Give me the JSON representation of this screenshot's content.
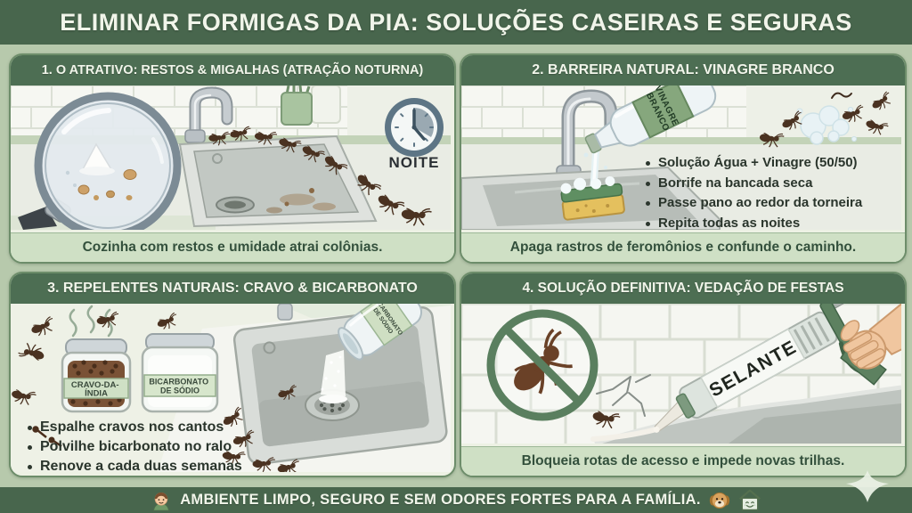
{
  "title": "ELIMINAR FORMIGAS DA PIA: SOLUÇÕES CASEIRAS E SEGURAS",
  "colors": {
    "header_bg": "#48664d",
    "page_bg": "#b7c9ac",
    "panel_header_bg": "#4d6e53",
    "panel_bg": "#edf1e4",
    "panel_border": "#6d8d6a",
    "caption_bg": "#cfe0c5",
    "caption_text": "#33503c",
    "ant_brown": "#4a3221"
  },
  "panels": [
    {
      "number": 1,
      "title": "1. O ATRATIVO: RESTOS & MIGALHAS (ATRAÇÃO NOTURNA)",
      "caption": "Cozinha com restos e umidade atrai colônias.",
      "clock_label": "NOITE"
    },
    {
      "number": 2,
      "title": "2. BARREIRA NATURAL: VINAGRE BRANCO",
      "caption": "Apaga rastros de feromônios e confunde o caminho.",
      "bottle_label": "VINAGRE BRANCO",
      "bottle_label_lines": [
        "VINAGRE",
        "BRANCO"
      ],
      "bullets": [
        "Solução Água + Vinagre (50/50)",
        "Borrife na bancada seca",
        "Passe pano ao redor da torneira",
        "Repita todas as noites"
      ]
    },
    {
      "number": 3,
      "title": "3. REPELENTES NATURAIS: CRAVO & BICARBONATO",
      "jar_clove_label": "CRAVO-DA-ÍNDIA",
      "jar_clove_label_lines": [
        "CRAVO-DA-",
        "ÍNDIA"
      ],
      "jar_soda_label": "BICARBONATO DE SÓDIO",
      "jar_soda_label_lines": [
        "BICARBONATO",
        "DE SÓDIO"
      ],
      "bullets": [
        "Espalhe cravos nos cantos",
        "Polvilhe bicarbonato no ralo",
        "Renove a cada duas semanas"
      ]
    },
    {
      "number": 4,
      "title": "4. SOLUÇÃO DEFINITIVA: VEDAÇÃO DE FESTAS",
      "caption": "Bloqueia rotas de acesso e impede novas trilhas.",
      "sealant_label": "SELANTE"
    }
  ],
  "footer": {
    "text": "AMBIENTE LIMPO, SEGURO E SEM ODORES FORTES PARA A FAMÍLIA."
  }
}
